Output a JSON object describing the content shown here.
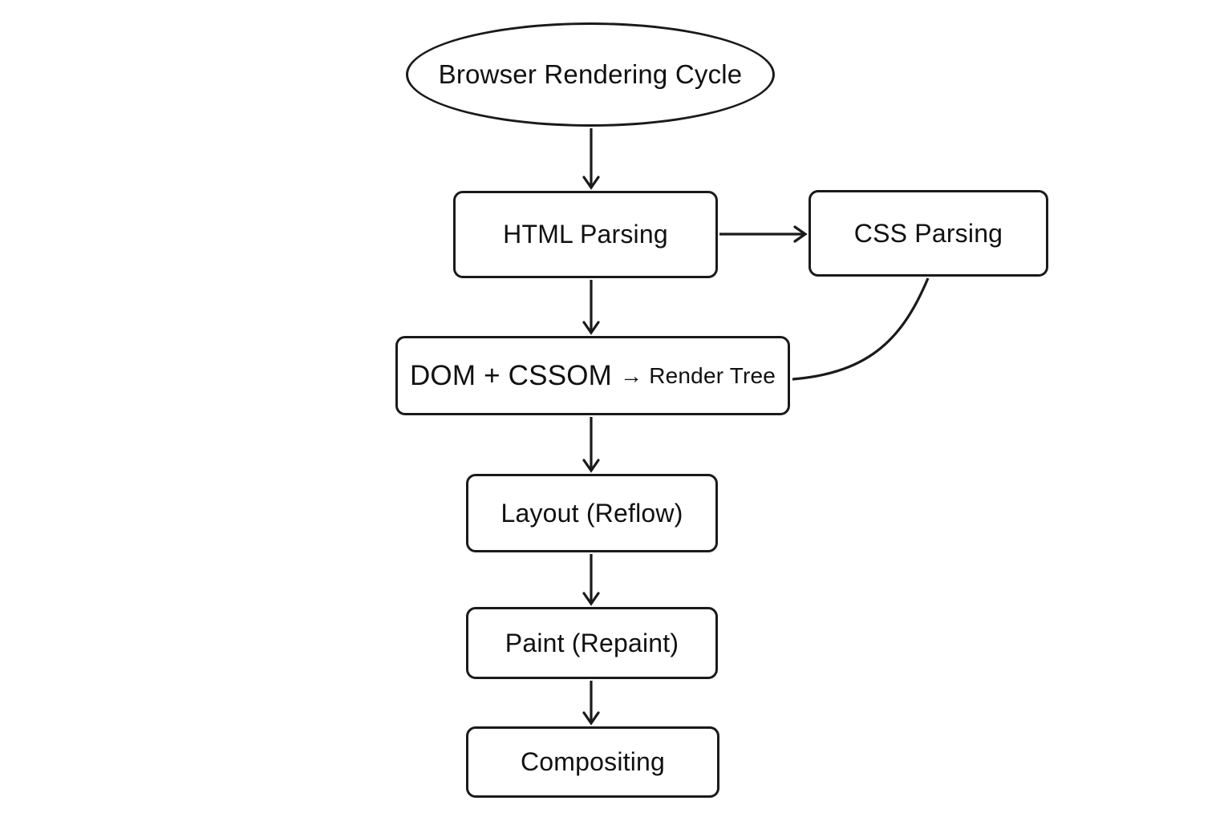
{
  "diagram": {
    "title": "Browser Rendering Cycle flowchart",
    "colors": {
      "background": "#ffffff",
      "stroke": "#1a1a1a",
      "text": "#111111"
    },
    "nodes": {
      "start": {
        "label": "Browser Rendering Cycle",
        "shape": "ellipse"
      },
      "html": {
        "label": "HTML Parsing",
        "shape": "rect"
      },
      "css": {
        "label": "CSS Parsing",
        "shape": "rect"
      },
      "dom": {
        "label_main": "DOM + CSSOM",
        "label_suffix": "→ Render Tree",
        "shape": "rect"
      },
      "layout": {
        "label": "Layout (Reflow)",
        "shape": "rect"
      },
      "paint": {
        "label": "Paint (Repaint)",
        "shape": "rect"
      },
      "compositing": {
        "label": "Compositing",
        "shape": "rect"
      }
    },
    "edges": [
      {
        "from": "start",
        "to": "html",
        "arrowhead": true,
        "style": "straight"
      },
      {
        "from": "html",
        "to": "css",
        "arrowhead": true,
        "style": "straight"
      },
      {
        "from": "html",
        "to": "dom",
        "arrowhead": true,
        "style": "straight"
      },
      {
        "from": "css",
        "to": "dom",
        "arrowhead": false,
        "style": "curved"
      },
      {
        "from": "dom",
        "to": "layout",
        "arrowhead": true,
        "style": "straight"
      },
      {
        "from": "layout",
        "to": "paint",
        "arrowhead": true,
        "style": "straight"
      },
      {
        "from": "paint",
        "to": "compositing",
        "arrowhead": true,
        "style": "straight"
      }
    ]
  }
}
